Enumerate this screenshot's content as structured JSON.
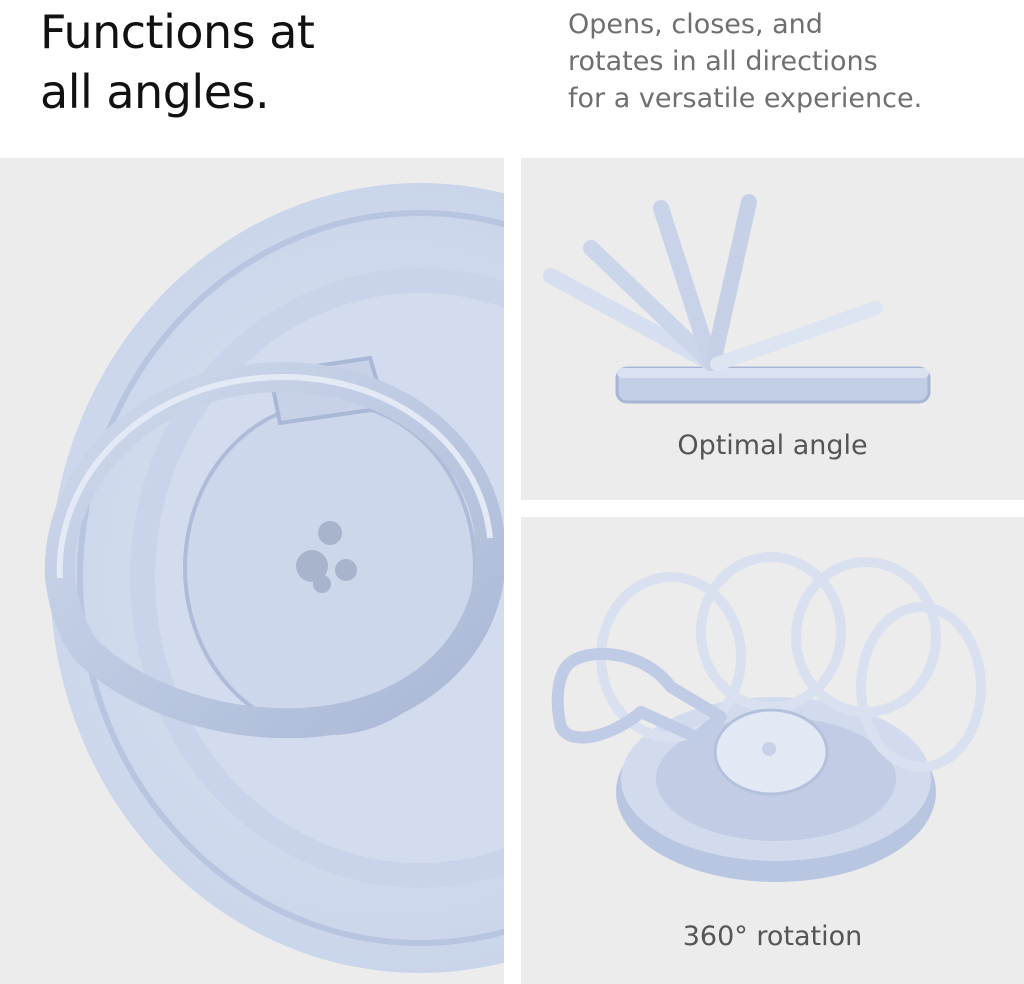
{
  "header": {
    "headline_line1": "Functions at",
    "headline_line2": "all angles.",
    "subhead_line1": "Opens, closes, and",
    "subhead_line2": "rotates in all directions",
    "subhead_line3": "for a versatile experience."
  },
  "panels": {
    "angle_caption": "Optimal angle",
    "rotation_caption": "360° rotation"
  },
  "colors": {
    "panel_background": "#ececec",
    "product_blue": "#c3cfe6",
    "headline_text": "#111111",
    "subhead_text": "#6f6f6f"
  }
}
